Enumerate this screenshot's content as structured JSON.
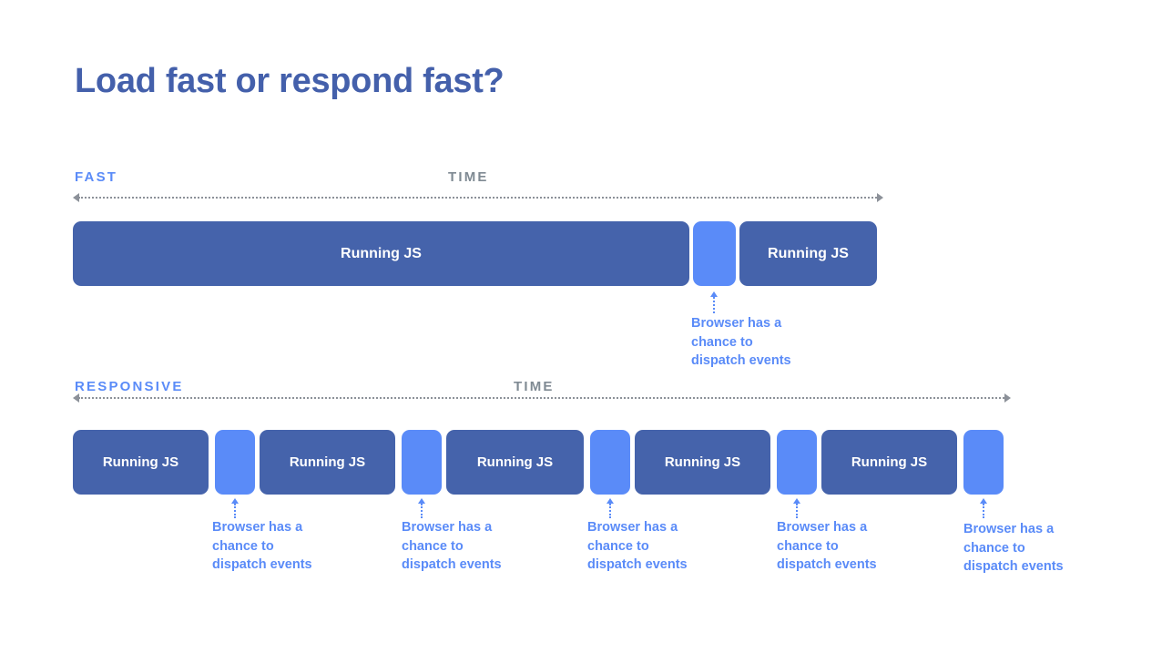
{
  "slide": {
    "title": "Load fast or respond fast?",
    "background": "#ffffff",
    "colors": {
      "title_blue": "#4460ab",
      "block_dark": "#4563ab",
      "block_light": "#5a8bf8",
      "axis_gray": "#7f8a93",
      "accent_blue": "#5a8bf8"
    }
  },
  "rows": [
    {
      "name": "fast",
      "state_label": "FAST",
      "time_label": "TIME",
      "blocks": [
        {
          "type": "run",
          "label": "Running JS"
        },
        {
          "type": "gap",
          "label": ""
        },
        {
          "type": "run",
          "label": "Running JS"
        }
      ],
      "captions": [
        "Browser has a\nchance to\ndispatch events"
      ]
    },
    {
      "name": "responsive",
      "state_label": "RESPONSIVE",
      "time_label": "TIME",
      "blocks": [
        {
          "type": "run",
          "label": "Running JS"
        },
        {
          "type": "gap",
          "label": ""
        },
        {
          "type": "run",
          "label": "Running JS"
        },
        {
          "type": "gap",
          "label": ""
        },
        {
          "type": "run",
          "label": "Running JS"
        },
        {
          "type": "gap",
          "label": ""
        },
        {
          "type": "run",
          "label": "Running JS"
        },
        {
          "type": "gap",
          "label": ""
        },
        {
          "type": "run",
          "label": "Running JS"
        },
        {
          "type": "gap",
          "label": ""
        }
      ],
      "captions": [
        "Browser has a\nchance to\ndispatch events",
        "Browser has a\nchance to\ndispatch events",
        "Browser has a\nchance to\ndispatch events",
        "Browser has a\nchance to\ndispatch events",
        "Browser has a\nchance to\ndispatch events"
      ]
    }
  ]
}
